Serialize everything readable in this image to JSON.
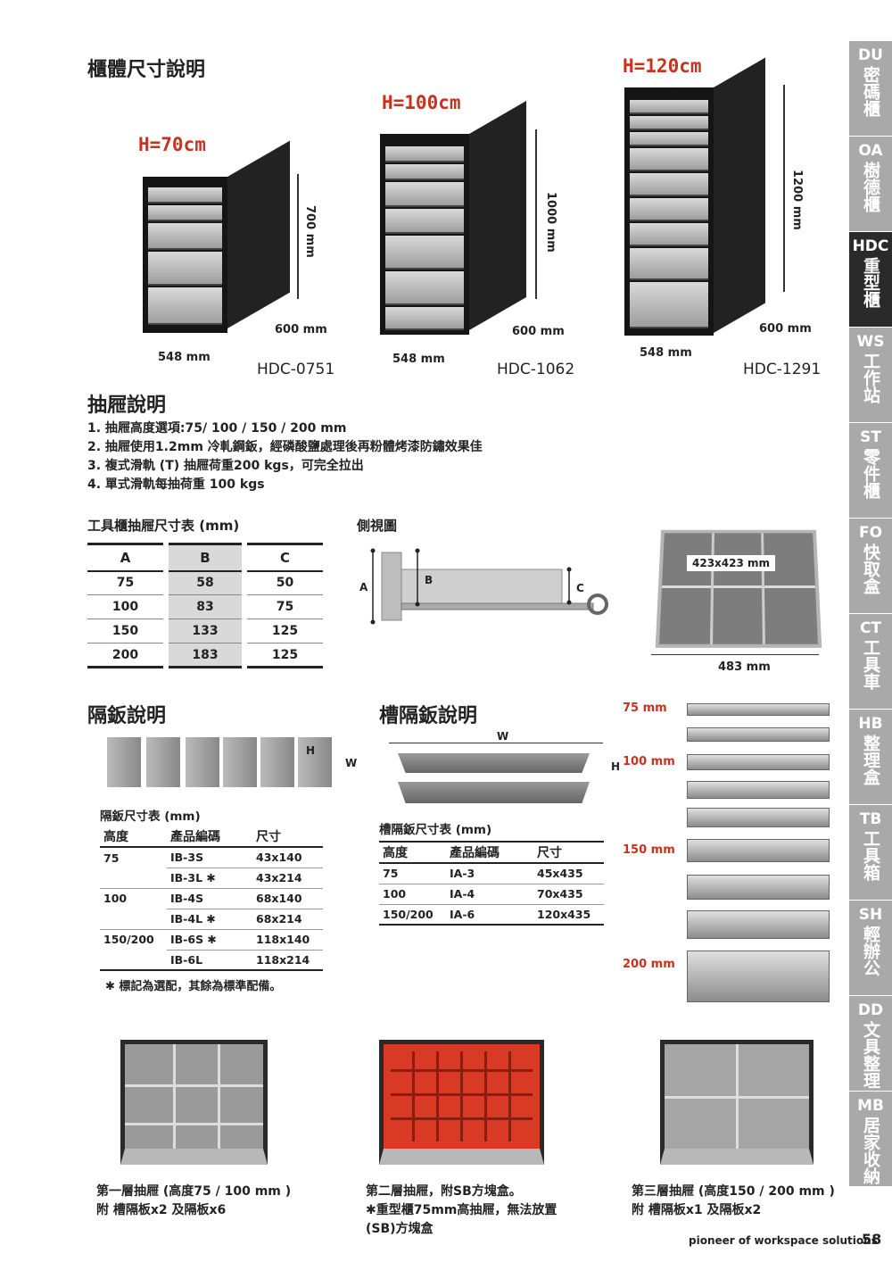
{
  "section1": {
    "title": "櫃體尺寸說明",
    "cabinets": [
      {
        "height_label": "H=70cm",
        "side": "700 mm",
        "depth": "600 mm",
        "width": "548 mm",
        "model": "HDC-0751"
      },
      {
        "height_label": "H=100cm",
        "side": "1000 mm",
        "depth": "600 mm",
        "width": "548 mm",
        "model": "HDC-1062"
      },
      {
        "height_label": "H=120cm",
        "side": "1200 mm",
        "depth": "600 mm",
        "width": "548 mm",
        "model": "HDC-1291"
      }
    ]
  },
  "section2": {
    "title": "抽屜說明",
    "notes": [
      "1. 抽屜高度選項:75/ 100 / 150 / 200 mm",
      "2. 抽屜使用1.2mm 冷軋鋼鈑，經磷酸鹽處理後再粉體烤漆防鏽效果佳",
      "3. 複式滑軌 (T) 抽屜荷重200 kgs，可完全拉出",
      "4. 單式滑軌每抽荷重 100 kgs"
    ]
  },
  "drawer_table": {
    "title": "工具櫃抽屜尺寸表 (mm)",
    "headers": [
      "A",
      "B",
      "C"
    ],
    "rows": [
      [
        "75",
        "58",
        "50"
      ],
      [
        "100",
        "83",
        "75"
      ],
      [
        "150",
        "133",
        "125"
      ],
      [
        "200",
        "183",
        "125"
      ]
    ]
  },
  "side_view": {
    "title": "側視圖",
    "a": "A",
    "b": "B",
    "c": "C"
  },
  "drawer_top": {
    "inner": "423x423 mm",
    "width": "483 mm"
  },
  "divider": {
    "title": "隔鈑說明",
    "h": "H",
    "w": "W",
    "table_title": "隔鈑尺寸表 (mm)",
    "headers": [
      "高度",
      "產品編碼",
      "尺寸"
    ],
    "rows": [
      [
        "75",
        "IB-3S",
        "43x140"
      ],
      [
        "",
        "IB-3L ✱",
        "43x214"
      ],
      [
        "100",
        "IB-4S",
        "68x140"
      ],
      [
        "",
        "IB-4L ✱",
        "68x214"
      ],
      [
        "150/200",
        "IB-6S ✱",
        "118x140"
      ],
      [
        "",
        "IB-6L",
        "118x214"
      ]
    ],
    "footnote": "✱ 標記為選配，其餘為標準配備。"
  },
  "slot_divider": {
    "title": "槽隔鈑說明",
    "w": "W",
    "h": "H",
    "table_title": "槽隔鈑尺寸表 (mm)",
    "headers": [
      "高度",
      "產品編碼",
      "尺寸"
    ],
    "rows": [
      [
        "75",
        "IA-3",
        "45x435"
      ],
      [
        "100",
        "IA-4",
        "70x435"
      ],
      [
        "150/200",
        "IA-6",
        "120x435"
      ]
    ]
  },
  "stack_labels": [
    "75 mm",
    "100 mm",
    "150 mm",
    "200 mm"
  ],
  "captions": [
    {
      "line1": "第一層抽屜 (高度75 / 100 mm )",
      "line2": "附 槽隔板x2 及隔板x6",
      "line3": ""
    },
    {
      "line1": "第二層抽屜，附SB方塊盒。",
      "line2": "✱重型櫃75mm高抽屜，無法放置",
      "line3": "(SB)方塊盒"
    },
    {
      "line1": "第三層抽屜 (高度150 / 200 mm )",
      "line2": "附 槽隔板x1 及隔板x2",
      "line3": ""
    }
  ],
  "footer": {
    "tagline": "pioneer of workspace solutions",
    "page": "58"
  },
  "sidebar": [
    {
      "code": "DU",
      "name": "密碼櫃",
      "active": false
    },
    {
      "code": "OA",
      "name": "樹德櫃",
      "active": false
    },
    {
      "code": "HDC",
      "name": "重型櫃",
      "active": true
    },
    {
      "code": "WS",
      "name": "工作站",
      "active": false
    },
    {
      "code": "ST",
      "name": "零件櫃",
      "active": false
    },
    {
      "code": "FO",
      "name": "快取盒",
      "active": false
    },
    {
      "code": "CT",
      "name": "工具車",
      "active": false
    },
    {
      "code": "HB",
      "name": "整理盒",
      "active": false
    },
    {
      "code": "TB",
      "name": "工具箱",
      "active": false
    },
    {
      "code": "SH",
      "name": "輕辦公",
      "active": false
    },
    {
      "code": "DD",
      "name": "文具整理",
      "active": false
    },
    {
      "code": "MB",
      "name": "居家收納",
      "active": false
    }
  ],
  "colors": {
    "accent": "#c8321e",
    "sidebar": "#a9a9a9",
    "sidebar_active": "#2a2a2a"
  }
}
